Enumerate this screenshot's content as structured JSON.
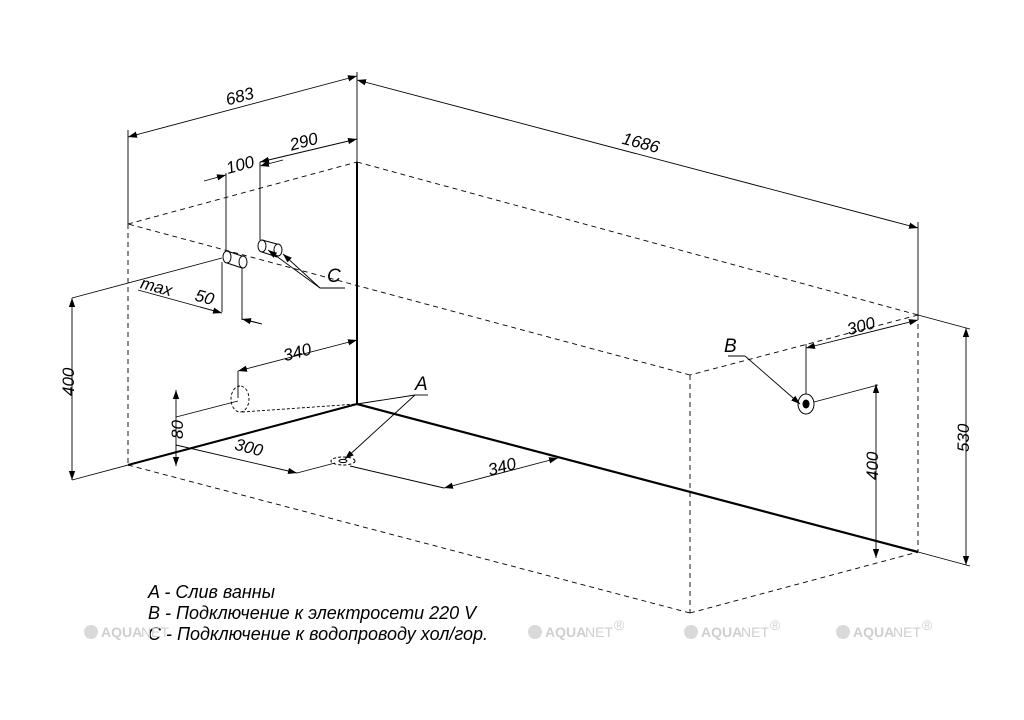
{
  "dimensions": {
    "width_683": "683",
    "length_1686": "1686",
    "offset_290": "290",
    "offset_100": "100",
    "max_label": "max",
    "max_value": "50",
    "left_340": "340",
    "left_height_400": "400",
    "drain_height_80": "80",
    "front_300": "300",
    "front_340": "340",
    "right_300": "300",
    "right_height_400": "400",
    "total_height_530": "530"
  },
  "markers": {
    "a": "A",
    "b": "B",
    "c": "C"
  },
  "legend": [
    "A - Слив ванны",
    "B - Подключение к электросети 220 V",
    "C - Подключение к водопроводу хол/гор."
  ],
  "watermark": {
    "brand_bold": "AQUA",
    "brand_thin": "NET",
    "reg_mark": "®"
  },
  "colors": {
    "line": "#000000",
    "watermark": "#cfcfcf"
  }
}
